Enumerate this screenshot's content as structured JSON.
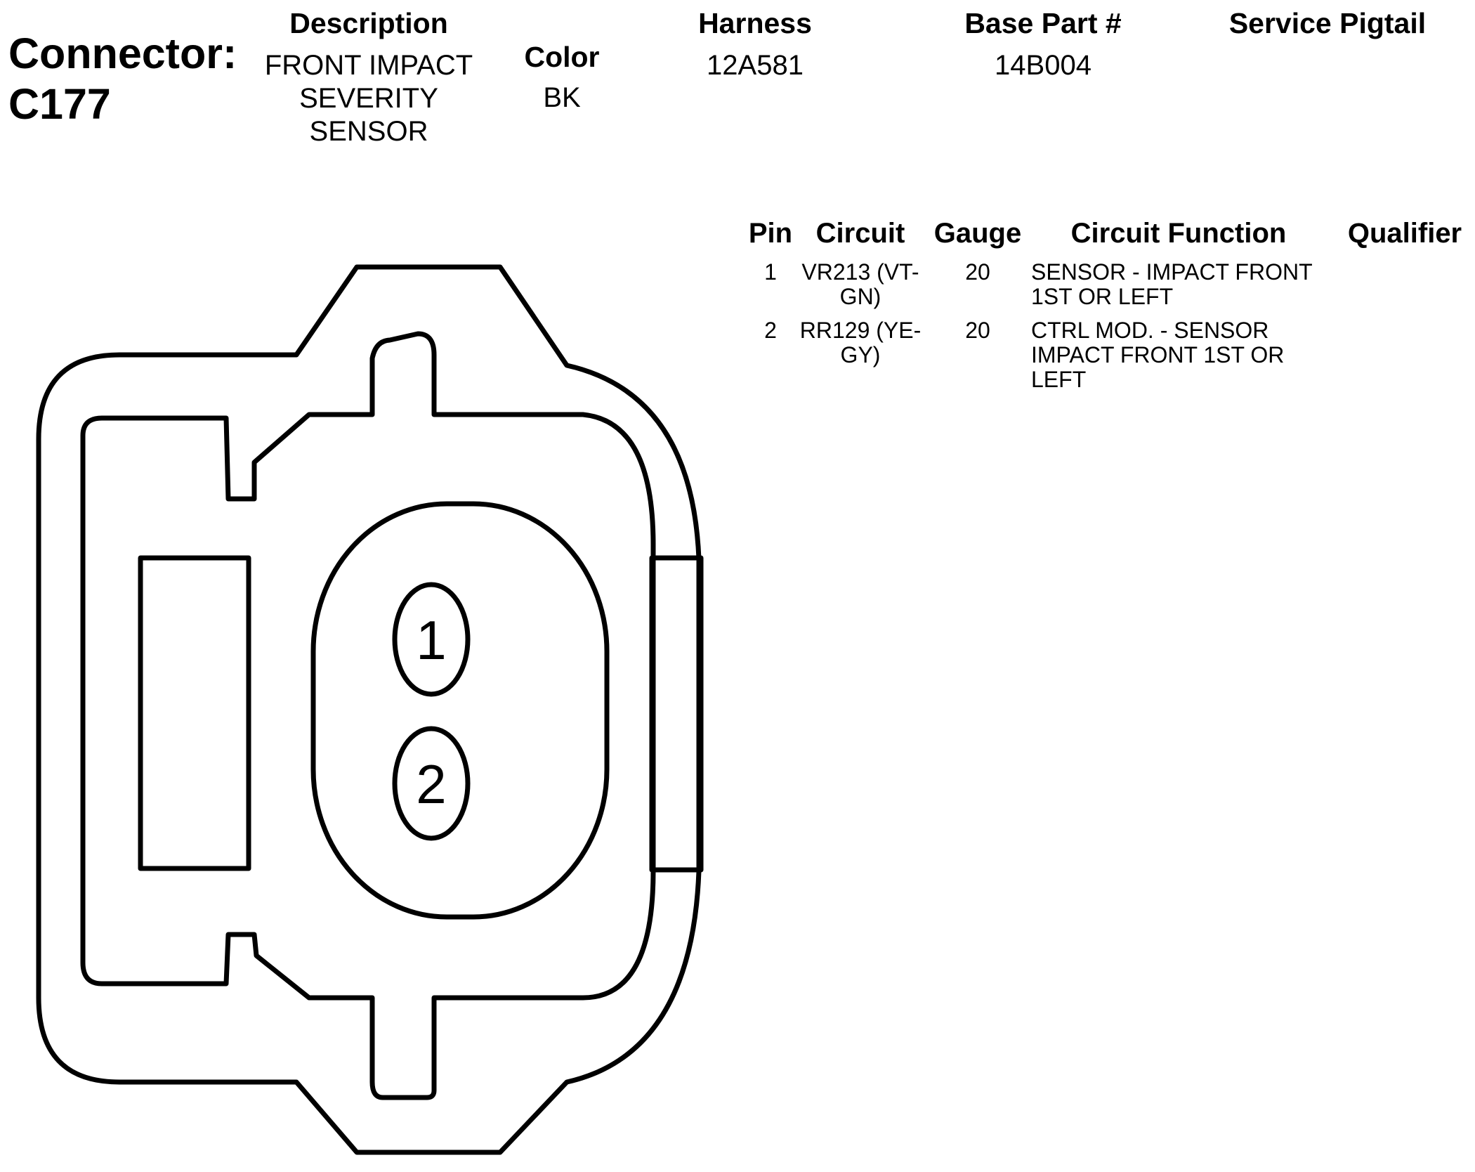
{
  "connector": {
    "label": "Connector:",
    "id": "C177"
  },
  "headers": {
    "description": "Description",
    "color": "Color",
    "harness": "Harness",
    "base_part": "Base Part #",
    "service_pigtail": "Service Pigtail"
  },
  "values": {
    "description": [
      "FRONT IMPACT",
      "SEVERITY",
      "SENSOR"
    ],
    "color": "BK",
    "harness": "12A581",
    "base_part": "14B004",
    "service_pigtail": ""
  },
  "pin_table": {
    "headers": {
      "pin": "Pin",
      "circuit": "Circuit",
      "gauge": "Gauge",
      "function": "Circuit Function",
      "qualifier": "Qualifier"
    },
    "rows": [
      {
        "pin": "1",
        "circuit": [
          "VR213 (VT-",
          "GN)"
        ],
        "gauge": "20",
        "function": [
          "SENSOR - IMPACT FRONT",
          "1ST OR LEFT"
        ],
        "qualifier": ""
      },
      {
        "pin": "2",
        "circuit": [
          "RR129 (YE-",
          "GY)"
        ],
        "gauge": "20",
        "function": [
          "CTRL MOD. - SENSOR",
          "IMPACT FRONT 1ST OR",
          "LEFT"
        ],
        "qualifier": ""
      }
    ]
  },
  "diagram": {
    "pin_labels": [
      "1",
      "2"
    ]
  }
}
